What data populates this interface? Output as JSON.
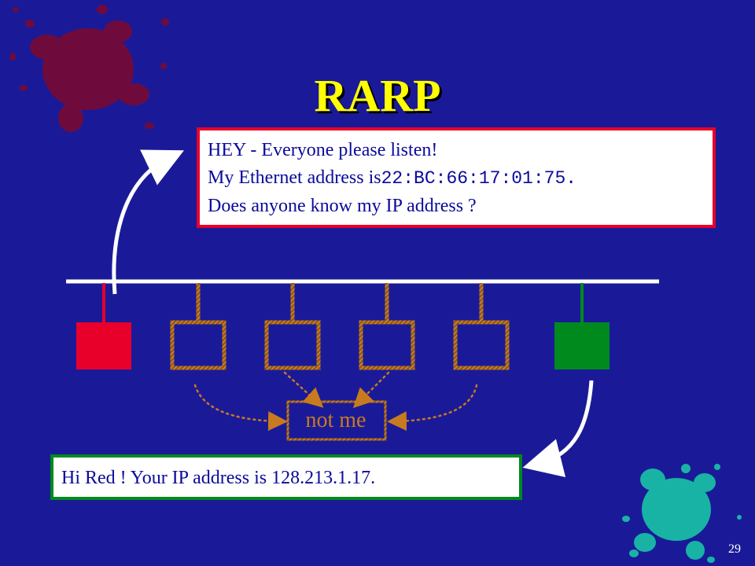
{
  "slide": {
    "title": "RARP",
    "page_number": "29"
  },
  "request": {
    "line1": "HEY - Everyone please listen!",
    "line2_prefix": "My Ethernet address is",
    "line2_mac": "22:BC:66:17:01:75.",
    "line3": "Does anyone know my IP address ?"
  },
  "reply": {
    "text": "Hi Red ! Your IP address is 128.213.1.17."
  },
  "others": {
    "label": "not me"
  },
  "colors": {
    "background": "#1a1a99",
    "title": "#ffff00",
    "requester": "#e8002a",
    "server": "#008a1e",
    "other_hosts": "#c87a1e",
    "bus": "#ffffff",
    "text": "#0a0a9c"
  }
}
